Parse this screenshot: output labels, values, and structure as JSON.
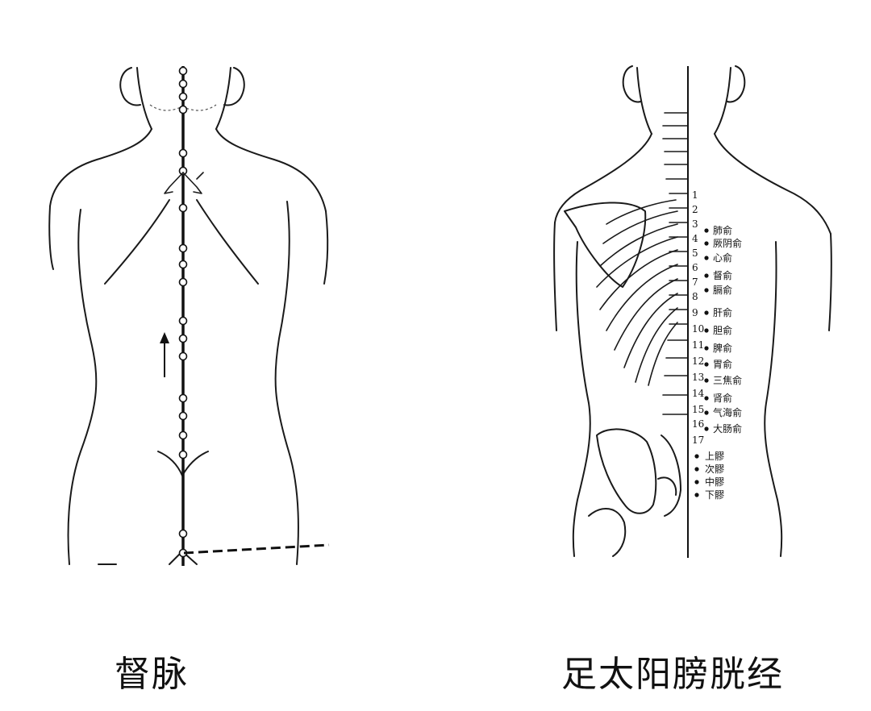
{
  "left": {
    "caption": "督脉"
  },
  "right": {
    "caption": "足太阳膀胱经",
    "vertebra_numbers": [
      "1",
      "2",
      "3",
      "4",
      "5",
      "6",
      "7",
      "8",
      "9",
      "10",
      "11",
      "12",
      "13",
      "14",
      "15",
      "16",
      "17"
    ],
    "points": [
      "肺俞",
      "厥阴俞",
      "心俞",
      "督俞",
      "膈俞",
      "肝俞",
      "胆俞",
      "脾俞",
      "胃俞",
      "三焦俞",
      "肾俞",
      "气海俞",
      "大肠俞",
      "上髎",
      "次髎",
      "中髎",
      "下髎"
    ]
  }
}
